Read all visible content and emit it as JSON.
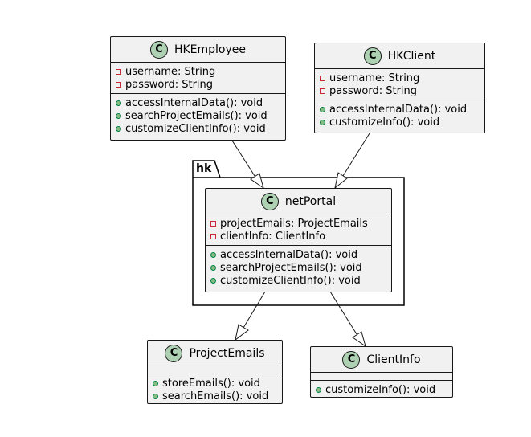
{
  "colors": {
    "class_fill": "#f1f1f1",
    "class_border": "#181818",
    "class_icon_fill": "#add1b2",
    "private_marker": "#c82930",
    "public_marker_fill": "#84be84",
    "public_marker_border": "#038048"
  },
  "package": {
    "name": "hk"
  },
  "classes": {
    "hkemployee": {
      "icon_letter": "C",
      "name": "HKEmployee",
      "attributes": [
        "username: String",
        "password: String"
      ],
      "methods": [
        "accessInternalData(): void",
        "searchProjectEmails(): void",
        "customizeClientInfo(): void"
      ]
    },
    "hkclient": {
      "icon_letter": "C",
      "name": "HKClient",
      "attributes": [
        "username: String",
        "password: String"
      ],
      "methods": [
        "accessInternalData(): void",
        "customizeInfo(): void"
      ]
    },
    "netportal": {
      "icon_letter": "C",
      "name": "netPortal",
      "attributes": [
        "projectEmails: ProjectEmails",
        "clientInfo: ClientInfo"
      ],
      "methods": [
        "accessInternalData(): void",
        "searchProjectEmails(): void",
        "customizeClientInfo(): void"
      ]
    },
    "projectemails": {
      "icon_letter": "C",
      "name": "ProjectEmails",
      "attributes": [],
      "methods": [
        "storeEmails(): void",
        "searchEmails(): void"
      ]
    },
    "clientinfo": {
      "icon_letter": "C",
      "name": "ClientInfo",
      "attributes": [],
      "methods": [
        "customizeInfo(): void"
      ]
    }
  },
  "relations": [
    {
      "from": "HKEmployee",
      "to": "netPortal",
      "type": "generalization"
    },
    {
      "from": "HKClient",
      "to": "netPortal",
      "type": "generalization"
    },
    {
      "from": "netPortal",
      "to": "ProjectEmails",
      "type": "generalization"
    },
    {
      "from": "netPortal",
      "to": "ClientInfo",
      "type": "generalization"
    }
  ]
}
